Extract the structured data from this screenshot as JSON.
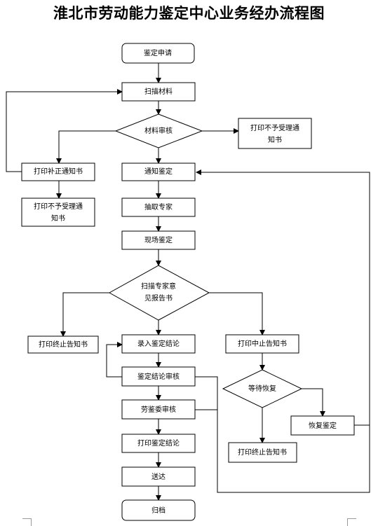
{
  "title": "淮北市劳动能力鉴定中心业务经办流程图",
  "nodes": {
    "start": "鉴定申请",
    "scan_materials": "扫描材料",
    "material_review": "材料审核",
    "reject_notice_right": [
      "打印不予受理通",
      "知书"
    ],
    "supplement_notice": "打印补正通知书",
    "reject_notice_left": [
      "打印不予受理通",
      "知书"
    ],
    "notify_appraisal": "通知鉴定",
    "select_experts": "抽取专家",
    "onsite_appraisal": "现场鉴定",
    "scan_expert_report": [
      "扫描专家意",
      "见报告书"
    ],
    "termination_left": "打印终止告知书",
    "enter_conclusion": "录入鉴定结论",
    "suspension_notice": "打印中止告知书",
    "conclusion_review": "鉴定结论审核",
    "wait_resume": "等待恢复",
    "committee_review": "劳鉴委审核",
    "resume_appraisal": "恢复鉴定",
    "print_conclusion": "打印鉴定结论",
    "termination_right": "打印终止告知书",
    "deliver": "送达",
    "archive": "归档"
  }
}
